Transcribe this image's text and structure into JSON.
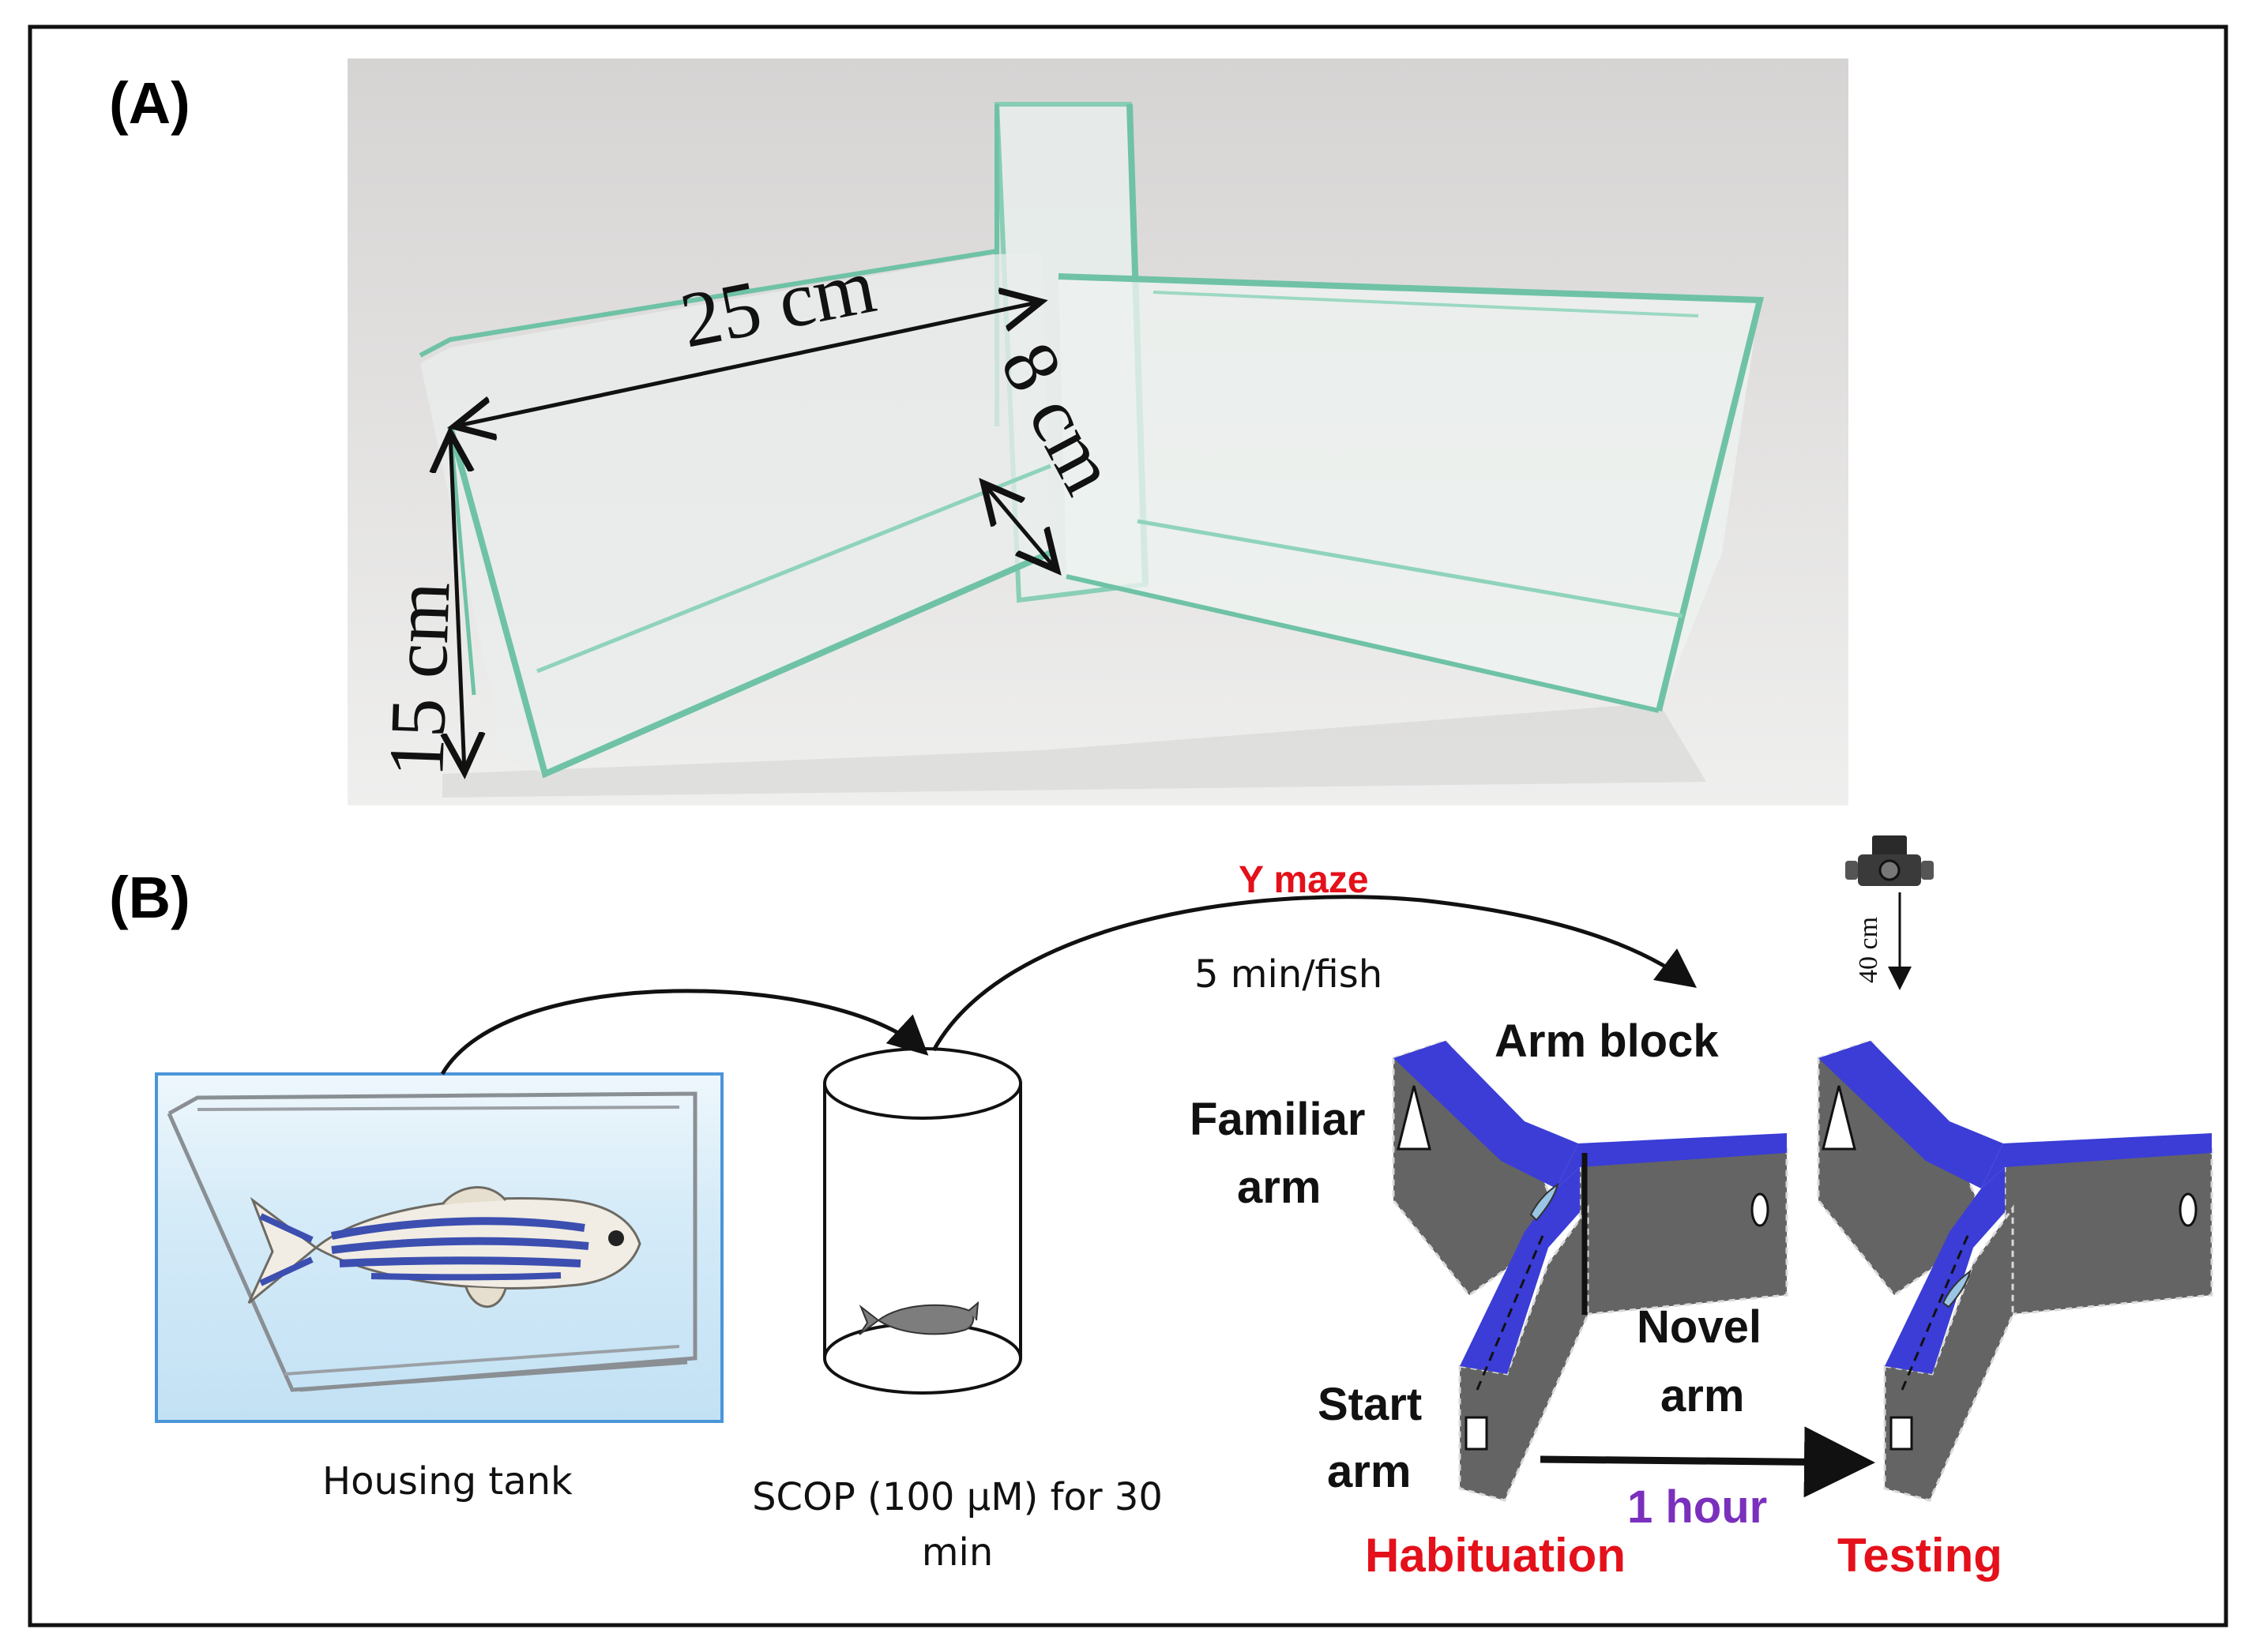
{
  "panel_a": {
    "label": "(A)",
    "measurements": {
      "length": "25 cm",
      "depth": "15 cm",
      "width": "8 cm"
    }
  },
  "panel_b": {
    "label": "(B)",
    "housing_tank": "Housing tank",
    "treatment": {
      "line1": "SCOP (100 µM) for 30",
      "line2": "min"
    },
    "maze_name": "Y maze",
    "duration": "5 min/fish",
    "camera_distance": "40 cm",
    "arms": {
      "block": "Arm block",
      "familiar_1": "Familiar",
      "familiar_2": "arm",
      "novel_1": "Novel",
      "novel_2": "arm",
      "start_1": "Start",
      "start_2": "arm"
    },
    "interval": "1 hour",
    "phases": {
      "habituation": "Habituation",
      "testing": "Testing"
    }
  },
  "colors": {
    "arm_top": "#3b3dd6",
    "arm_wall": "#646464",
    "glass_edge": "#6fc2a6",
    "tank_bg": "#d7ecf8",
    "tank_border": "#4b95d8",
    "red_text": "#e4101a",
    "purple_text": "#7a2fbd"
  }
}
